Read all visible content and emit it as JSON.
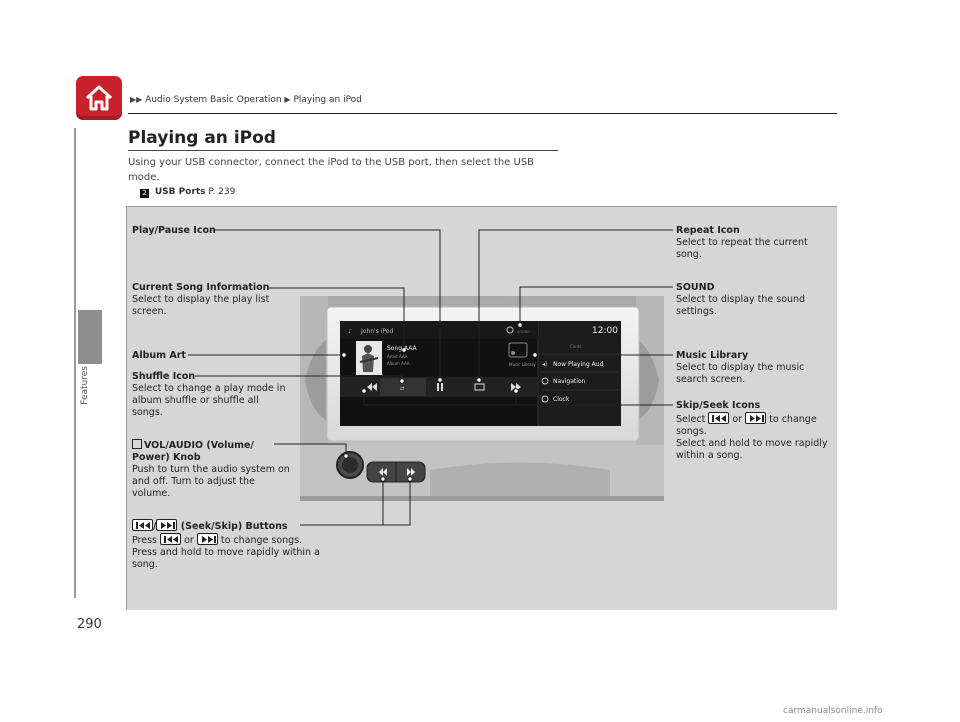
{
  "breadcrumb": {
    "part1": "Audio System Basic Operation",
    "part2": "Playing an iPod"
  },
  "sidebar": {
    "label": "Features"
  },
  "page": {
    "title": "Playing an iPod",
    "intro": "Using your USB connector, connect the iPod to the USB port, then select the USB mode.",
    "xref_badge": "2",
    "xref_label": "USB Ports",
    "xref_page": "P. 239",
    "number": "290"
  },
  "screen": {
    "source_name": "John's iPod",
    "song": "Song AAA",
    "artist": "Artist AAA",
    "album": "Album AAA",
    "time": "12:00",
    "sound_label": "SOUND",
    "cards_label": "Cards",
    "music_library_label": "Music Library",
    "menu": [
      "Now Playing Aud",
      "Navigation",
      "Clock"
    ]
  },
  "callouts": {
    "play_pause": {
      "heading": "Play/Pause Icon"
    },
    "current_song": {
      "heading": "Current Song Information",
      "body": "Select to display the play list screen."
    },
    "album_art": {
      "heading": "Album Art"
    },
    "shuffle": {
      "heading": "Shuffle Icon",
      "body": "Select to change a play mode in album shuffle or shuffle all songs."
    },
    "vol": {
      "heading": "VOL/AUDIO (Volume/ Power) Knob",
      "body": "Push to turn the audio system on and off. Turn to adjust the volume."
    },
    "seek_buttons": {
      "heading": "(Seek/Skip) Buttons",
      "press": "Press",
      "or": "or",
      "body_a": "to change songs.",
      "body_b": "Press and hold to move rapidly within a song."
    },
    "repeat": {
      "heading": "Repeat Icon",
      "body": "Select to repeat the current song."
    },
    "sound": {
      "heading": "SOUND",
      "body": "Select to display the sound settings."
    },
    "music_library": {
      "heading": "Music Library",
      "body": "Select to display the music search screen."
    },
    "skip_seek_icons": {
      "heading": "Skip/Seek Icons",
      "select": "Select",
      "or": "or",
      "body_a": "to change songs.",
      "body_b": "Select and hold to move rapidly within a song."
    }
  },
  "watermark": "carmanualsonline.info",
  "colors": {
    "home_red": "#c8232c",
    "panel_gray": "#d6d6d6"
  }
}
